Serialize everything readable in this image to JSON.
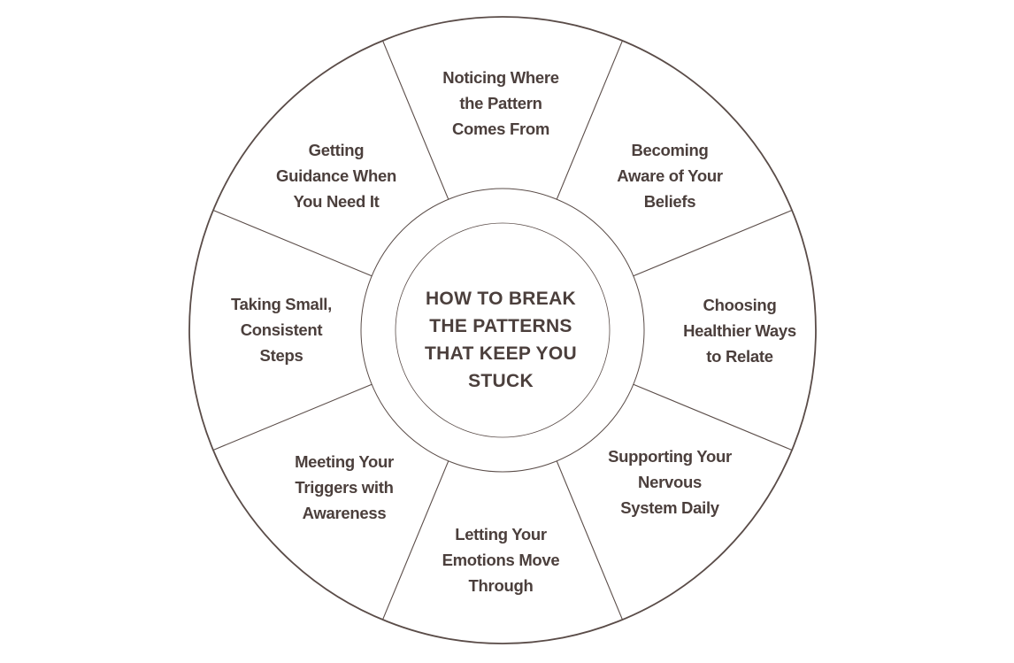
{
  "title_lines": [
    "HOW TO BREAK",
    "THE PATTERNS",
    "THAT KEEP YOU",
    "STUCK"
  ],
  "segments": [
    {
      "lines": [
        "Noticing Where",
        "the Pattern",
        "Comes From"
      ]
    },
    {
      "lines": [
        "Becoming",
        "Aware of Your",
        "Beliefs"
      ]
    },
    {
      "lines": [
        "Choosing",
        "Healthier Ways",
        "to Relate"
      ]
    },
    {
      "lines": [
        "Supporting Your",
        "Nervous",
        "System Daily"
      ]
    },
    {
      "lines": [
        "Letting Your",
        "Emotions Move",
        "Through"
      ]
    },
    {
      "lines": [
        "Meeting Your",
        "Triggers with",
        "Awareness"
      ]
    },
    {
      "lines": [
        "Taking Small,",
        "Consistent",
        "Steps"
      ]
    },
    {
      "lines": [
        "Getting",
        "Guidance When",
        "You Need It"
      ]
    }
  ],
  "colors": {
    "text": "#4b3f3c",
    "line": "#5a4c48"
  }
}
